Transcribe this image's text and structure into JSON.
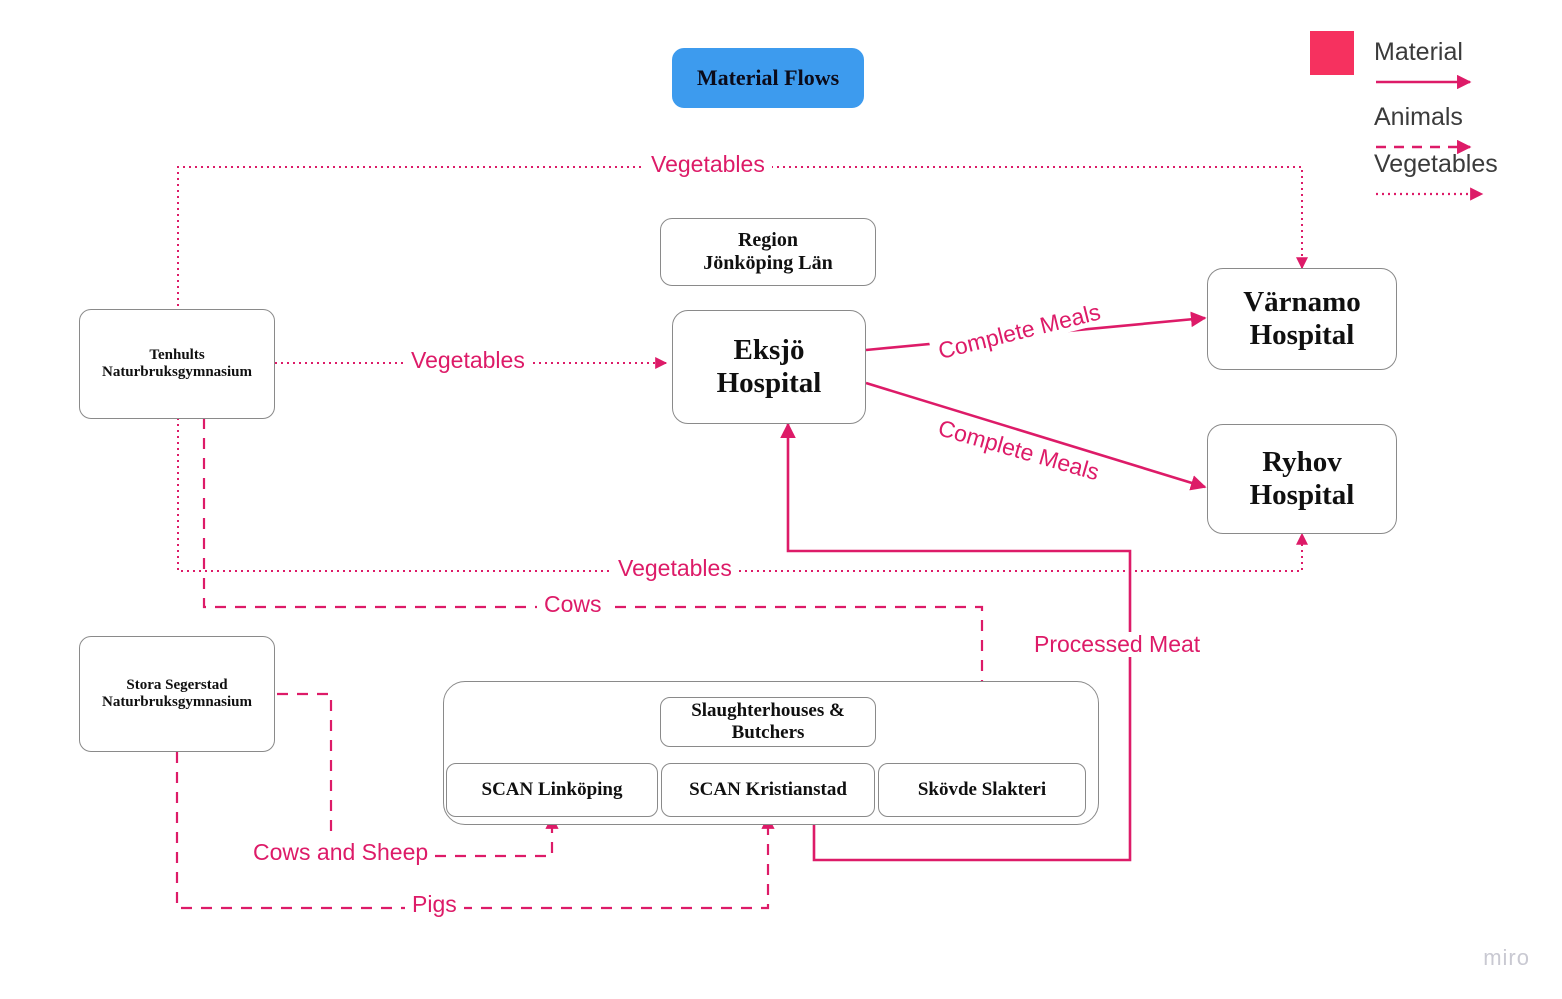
{
  "title": {
    "label": "Material Flows"
  },
  "legend": {
    "swatch_color": "#F6315F",
    "items": [
      {
        "label": "Material",
        "style": "solid"
      },
      {
        "label": "Animals",
        "style": "dashed"
      },
      {
        "label": "Vegetables",
        "style": "dotted"
      }
    ]
  },
  "nodes": {
    "region": {
      "label": "Region\nJönköping Län"
    },
    "eksjo": {
      "label": "Eksjö\nHospital"
    },
    "varnamo": {
      "label": "Värnamo\nHospital"
    },
    "ryhov": {
      "label": "Ryhov\nHospital"
    },
    "tenhults": {
      "label": "Tenhults\nNaturbruksgymnasium"
    },
    "stora_segerstad": {
      "label": "Stora Segerstad\nNaturbruksgymnasium"
    },
    "slaughterhouses": {
      "label": "Slaughterhouses &\nButchers"
    },
    "scan_linkoping": {
      "label": "SCAN Linköping"
    },
    "scan_kristianstad": {
      "label": "SCAN Kristianstad"
    },
    "skovde_slakteri": {
      "label": "Skövde Slakteri"
    }
  },
  "edges": {
    "veg_top": {
      "label": "Vegetables",
      "style": "dotted",
      "from": "tenhults",
      "to": "varnamo"
    },
    "veg_mid": {
      "label": "Vegetables",
      "style": "dotted",
      "from": "tenhults",
      "to": "eksjo"
    },
    "veg_low": {
      "label": "Vegetables",
      "style": "dotted",
      "from": "tenhults",
      "to": "ryhov"
    },
    "cows": {
      "label": "Cows",
      "style": "dashed",
      "from": "tenhults",
      "to": "skovde_slakteri"
    },
    "cows_and_sheep": {
      "label": "Cows and Sheep",
      "style": "dashed",
      "from": "stora_segerstad",
      "to": "scan_linkoping"
    },
    "pigs": {
      "label": "Pigs",
      "style": "dashed",
      "from": "stora_segerstad",
      "to": "scan_kristianstad"
    },
    "complete_meals_1": {
      "label": "Complete Meals",
      "style": "solid",
      "from": "eksjo",
      "to": "varnamo"
    },
    "complete_meals_2": {
      "label": "Complete Meals",
      "style": "solid",
      "from": "eksjo",
      "to": "ryhov"
    },
    "processed_meat": {
      "label": "Processed Meat",
      "style": "solid",
      "from": "slaughterhouses",
      "to": "eksjo"
    }
  },
  "watermark": {
    "label": "miro"
  },
  "colors": {
    "accent": "#DD1B68",
    "legend_swatch": "#F6315F",
    "title_bg": "#3D9BEE",
    "node_border": "#8a8a8a"
  }
}
